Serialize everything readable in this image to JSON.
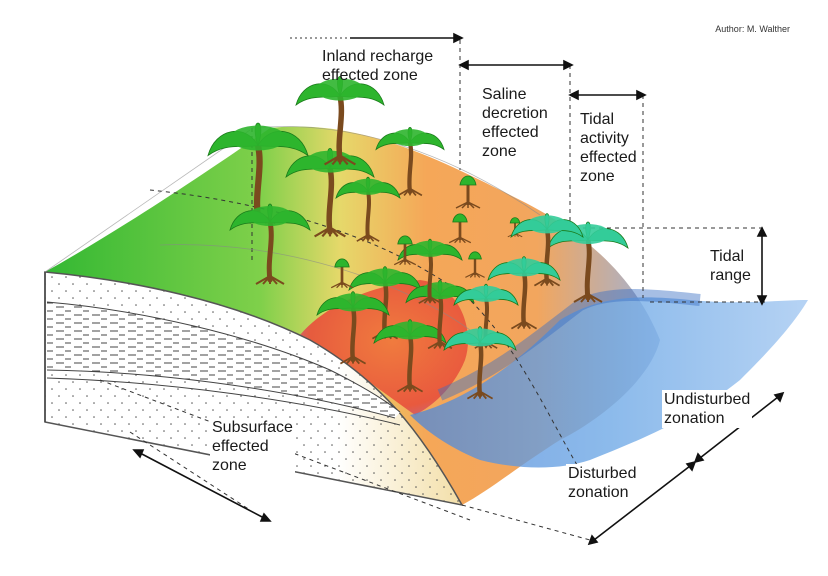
{
  "author": "Author: M. Walther",
  "labels": {
    "inland": [
      "Inland recharge",
      "effected zone"
    ],
    "saline": [
      "Saline",
      "decretion",
      "effected",
      "zone"
    ],
    "tidal_activity": [
      "Tidal",
      "activity",
      "effected",
      "zone"
    ],
    "tidal_range": [
      "Tidal",
      "range"
    ],
    "subsurface": [
      "Subsurface",
      "effected",
      "zone"
    ],
    "undisturbed": [
      "Undisturbed",
      "zonation"
    ],
    "disturbed": [
      "Disturbed",
      "zonation"
    ]
  },
  "colors": {
    "inland_green": "#3cbf3c",
    "transition_yellow": "#e8d66a",
    "saline_orange": "#f4a35a",
    "subsurface_red": "#e8553c",
    "sea_blue": "#5b9bdc",
    "palm_green": "#2db52d",
    "mangrove_cyan": "#33cc99",
    "trunk_brown": "#7a4a1e"
  }
}
